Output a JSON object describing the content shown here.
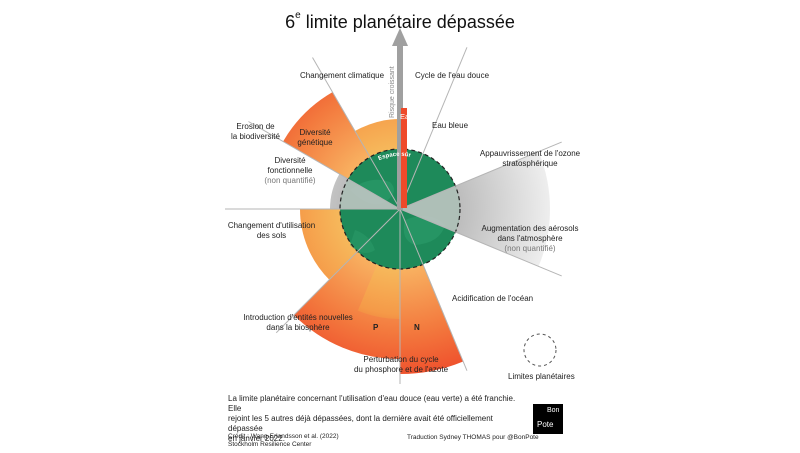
{
  "title": {
    "main": "6",
    "sup": "e",
    "rest": " limite planétaire dépassée"
  },
  "arrow_label": "Risque croissant",
  "inner_label": "Espace sûr",
  "boundaries": {
    "climate": "Changement climatique",
    "freshwater": "Cycle de l'eau douce",
    "green_water": "Eau verte",
    "blue_water": "Eau bleue",
    "ozone": "Appauvrissement de l'ozone stratosphérique",
    "aerosols_1": "Augmentation des aérosols",
    "aerosols_2": "dans l'atmosphère",
    "aerosols_note": "(non quantifié)",
    "acidification": "Acidification de l'océan",
    "biochem_1": "Perturbation du cycle",
    "biochem_2": "du phosphore et de l'azote",
    "p": "P",
    "n": "N",
    "novel_1": "Introduction d'entités nouvelles",
    "novel_2": "dans la biosphère",
    "land_1": "Changement d'utilisation",
    "land_2": "des sols",
    "func_1": "Diversité",
    "func_2": "fonctionnelle",
    "func_note": "(non quantifié)",
    "erosion_1": "Erosion de",
    "erosion_2": "la biodiversité",
    "genetic_1": "Diversité",
    "genetic_2": "génétique"
  },
  "legend_label": "Limites planétaires",
  "footer": {
    "line1": "La limite planétaire concernant l'utilisation d'eau douce (eau verte) a été franchie. Elle",
    "line2": "rejoint les 5 autres déjà dépassées, dont la dernière avait été officiellement dépassée",
    "line3": "en janvier 2022.",
    "credit1": "Crédit : Wang-Erlandsson et al. (2022)",
    "credit2": "Stockholm Resilience Center",
    "translation": "Traduction Sydney THOMAS pour @BonPote"
  },
  "logo": {
    "top": "Bon",
    "bottom": "Pote"
  },
  "colors": {
    "safe": "#1e8a5a",
    "exceeded": "#f26b3a",
    "uncertain": "#f5a55a",
    "gray": "#d8d8d8",
    "arrow": "#a0a0a0"
  }
}
